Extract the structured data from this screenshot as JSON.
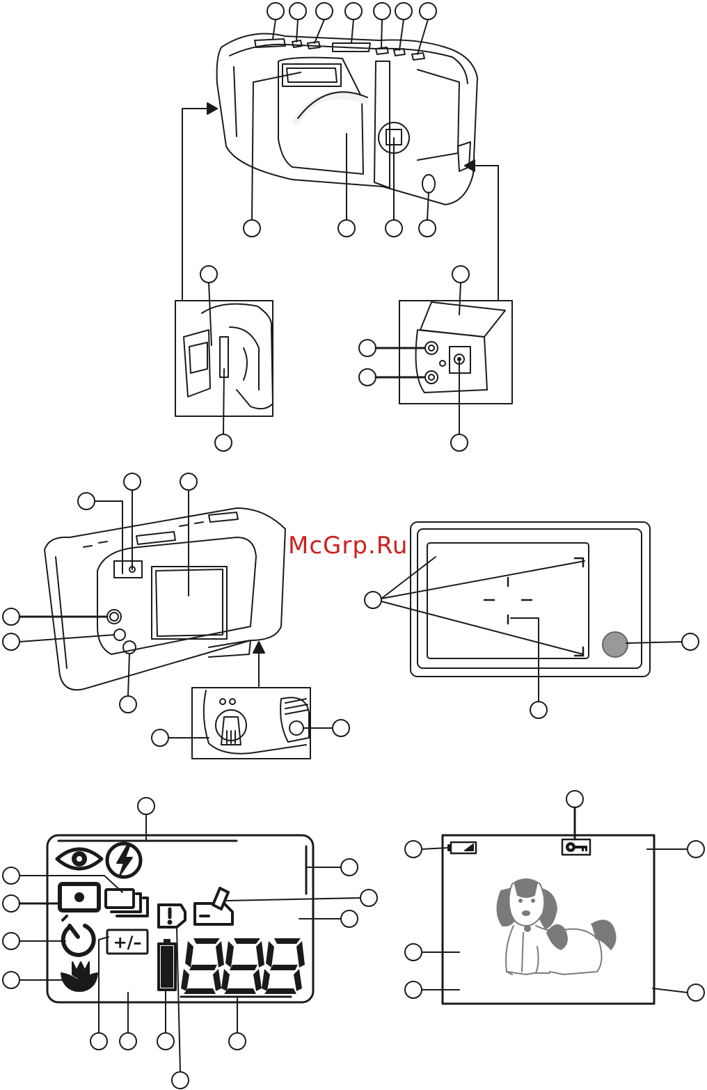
{
  "watermark": {
    "text": "McGrp.Ru",
    "color": "#cc1f1f"
  },
  "lcd_panel": {
    "counter_text": "888",
    "exposure_comp_label": "+/–",
    "icons": [
      "red-eye-icon",
      "flash-off-icon",
      "spot-meter-icon",
      "continuous-shot-icon",
      "self-timer-icon",
      "macro-flower-icon",
      "warning-icon",
      "battery-icon",
      "memory-card-icon"
    ]
  },
  "monitor_display": {
    "icons": [
      "battery-indicator-icon",
      "protect-key-icon"
    ],
    "image": "dog-photo"
  },
  "colors": {
    "line": "#1a1a1a",
    "ui_gray": "#999999",
    "photo_gray": "#7a7a7a"
  }
}
